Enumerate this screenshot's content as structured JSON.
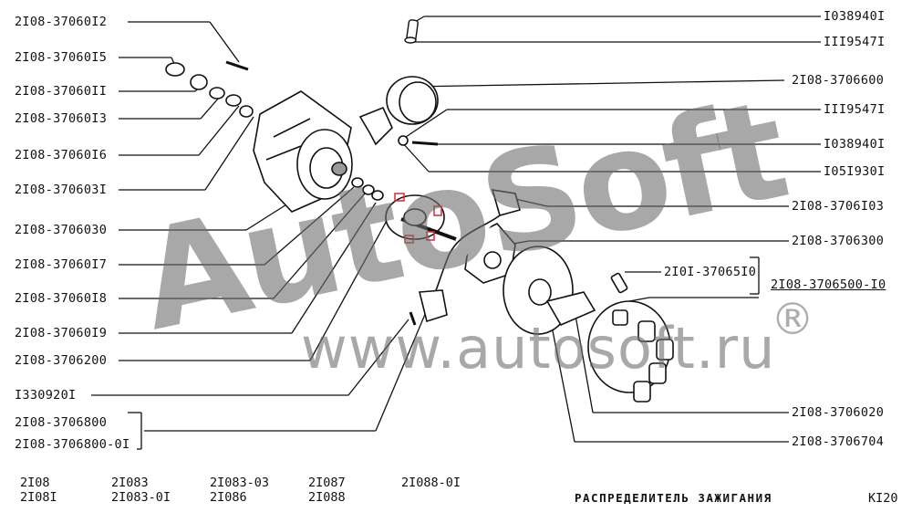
{
  "labels_left": [
    "2I08-37060I2",
    "2I08-37060I5",
    "2I08-37060II",
    "2I08-37060I3",
    "2I08-37060I6",
    "2I08-370603I",
    "2I08-3706030",
    "2I08-37060I7",
    "2I08-37060I8",
    "2I08-37060I9",
    "2I08-3706200",
    "I330920I",
    "2I08-3706800",
    "2I08-3706800-0I"
  ],
  "labels_right": [
    "I038940I",
    "III9547I",
    "2I08-3706600",
    "III9547I",
    "I038940I",
    "I05I930I",
    "2I08-3706I03",
    "2I08-3706300",
    "2I0I-37065I0",
    "2I08-3706500-I0",
    "2I08-3706020",
    "2I08-3706704"
  ],
  "models": [
    [
      "2I08",
      "2I08I"
    ],
    [
      "2I083",
      "2I083-0I"
    ],
    [
      "2I083-03",
      "2I086"
    ],
    [
      "2I087",
      "2I088"
    ],
    [
      "2I088-0I"
    ]
  ],
  "title": "РАСПРЕДЕЛИТЕЛЬ ЗАЖИГАНИЯ",
  "sheet_code": "KI20",
  "watermark": {
    "logo": "AutoSoft",
    "url": "www.autosoft.ru",
    "reg": "®"
  },
  "colors": {
    "ink": "#111111",
    "highlight": "#e0292e",
    "watermark": "#888888"
  }
}
